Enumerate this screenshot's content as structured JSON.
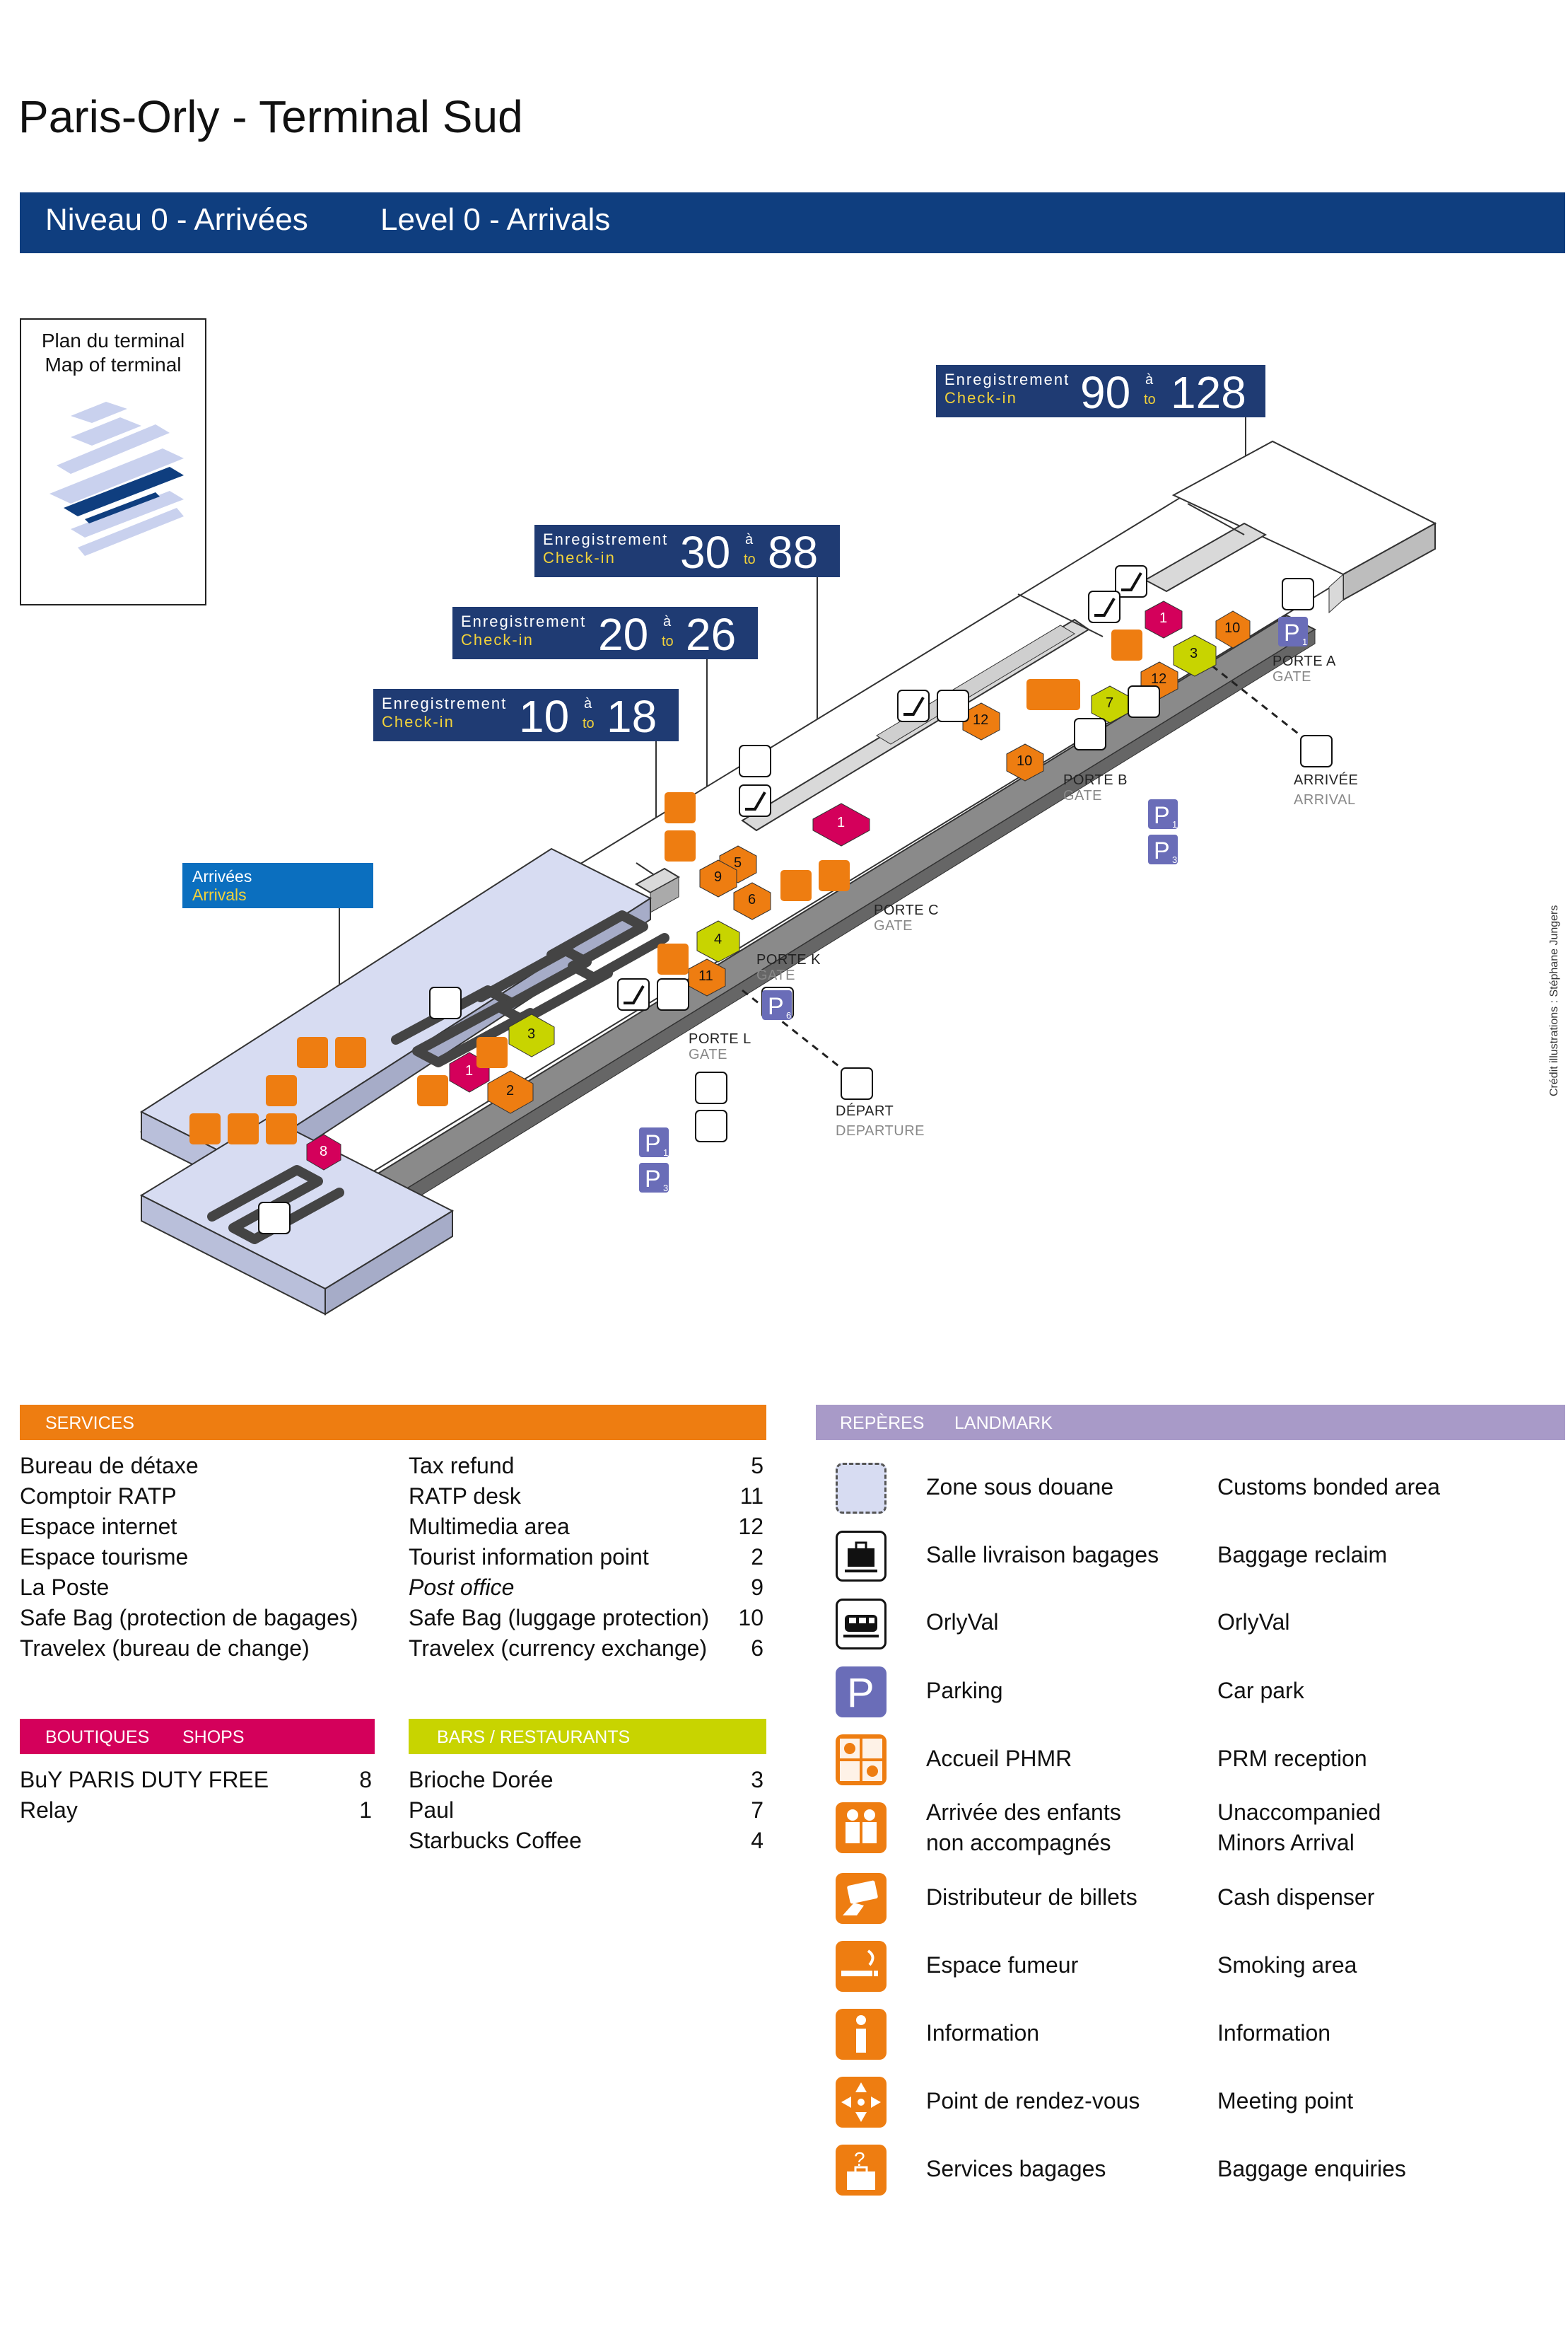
{
  "title": "Paris-Orly - Terminal Sud",
  "banner": {
    "fr": "Niveau 0 - Arrivées",
    "en": "Level 0 - Arrivals"
  },
  "minimap": {
    "line1": "Plan du terminal",
    "line2": "Map of terminal"
  },
  "checkins": [
    {
      "fr": "Enregistrement",
      "en": "Check-in",
      "from": "90",
      "to": "128",
      "a": "à",
      "b": "to"
    },
    {
      "fr": "Enregistrement",
      "en": "Check-in",
      "from": "30",
      "to": "88",
      "a": "à",
      "b": "to"
    },
    {
      "fr": "Enregistrement",
      "en": "Check-in",
      "from": "20",
      "to": "26",
      "a": "à",
      "b": "to"
    },
    {
      "fr": "Enregistrement",
      "en": "Check-in",
      "from": "10",
      "to": "18",
      "a": "à",
      "b": "to"
    }
  ],
  "arrivals_tag": {
    "fr": "Arrivées",
    "en": "Arrivals"
  },
  "map_labels": {
    "porte_a": "PORTE A",
    "gate_a": "GATE",
    "porte_b": "PORTE B",
    "gate_b": "GATE",
    "porte_c": "PORTE C",
    "gate_c": "GATE",
    "porte_k": "PORTE K",
    "gate_k": "GATE",
    "porte_l": "PORTE L",
    "gate_l": "GATE",
    "arrivee": "ARRIVÉE",
    "arrival": "ARRIVAL",
    "depart": "DÉPART",
    "departure": "DEPARTURE"
  },
  "credit": "Crédit illustrations : Stéphane Jungers",
  "services": {
    "header": "SERVICES",
    "items": [
      {
        "fr": "Bureau de détaxe",
        "en": "Tax refund",
        "num": "5"
      },
      {
        "fr": "Comptoir RATP",
        "en": "RATP desk",
        "num": "11"
      },
      {
        "fr": "Espace internet",
        "en": "Multimedia area",
        "num": "12"
      },
      {
        "fr": "Espace tourisme",
        "en": "Tourist information point",
        "num": "2"
      },
      {
        "fr": "La Poste",
        "en": "Post office",
        "num": "9"
      },
      {
        "fr": "Safe Bag (protection de bagages)",
        "en": "Safe Bag (luggage protection)",
        "num": "10"
      },
      {
        "fr": "Travelex (bureau de change)",
        "en": "Travelex (currency exchange)",
        "num": "6"
      }
    ]
  },
  "shops": {
    "header_fr": "BOUTIQUES",
    "header_en": "SHOPS",
    "items": [
      {
        "name": "BuY PARIS DUTY FREE",
        "num": "8"
      },
      {
        "name": "Relay",
        "num": "1"
      }
    ]
  },
  "bars": {
    "header": "BARS / RESTAURANTS",
    "items": [
      {
        "name": "Brioche Dorée",
        "num": "3"
      },
      {
        "name": "Paul",
        "num": "7"
      },
      {
        "name": "Starbucks Coffee",
        "num": "4"
      }
    ]
  },
  "landmarks": {
    "header_fr": "REPÈRES",
    "header_en": "LANDMARK",
    "items": [
      {
        "icon": "customs-zone-icon",
        "fr": "Zone sous douane",
        "en": "Customs bonded area"
      },
      {
        "icon": "baggage-reclaim-icon",
        "fr": "Salle livraison bagages",
        "en": "Baggage reclaim"
      },
      {
        "icon": "orlyval-icon",
        "fr": "OrlyVal",
        "en": "OrlyVal"
      },
      {
        "icon": "parking-icon",
        "fr": "Parking",
        "en": "Car park"
      },
      {
        "icon": "prm-icon",
        "fr": "Accueil PHMR",
        "en": "PRM reception"
      },
      {
        "icon": "minors-icon",
        "fr": "Arrivée des enfants",
        "fr2": "non accompagnés",
        "en": "Unaccompanied",
        "en2": "Minors Arrival"
      },
      {
        "icon": "cash-icon",
        "fr": "Distributeur de billets",
        "en": "Cash dispenser"
      },
      {
        "icon": "smoking-icon",
        "fr": "Espace fumeur",
        "en": "Smoking area"
      },
      {
        "icon": "info-icon",
        "fr": "Information",
        "en": "Information"
      },
      {
        "icon": "meeting-icon",
        "fr": "Point de rendez-vous",
        "en": "Meeting point"
      },
      {
        "icon": "baggage-enquiry-icon",
        "fr": "Services bagages",
        "en": "Baggage enquiries"
      }
    ]
  },
  "map_numbers": {
    "n_a10": "10",
    "n_a1": "1",
    "n_a3": "3",
    "n_a12": "12",
    "n_a7": "7",
    "n_a12b": "12",
    "n_b10": "10",
    "n_c1": "1",
    "n_c5": "5",
    "n_c9": "9",
    "n_c6": "6",
    "n_k4": "4",
    "n_k11": "11",
    "n_l3": "3",
    "n_l1": "1",
    "n_l2": "2",
    "n_l8": "8",
    "p1": "1",
    "p3": "3",
    "p6": "6"
  },
  "colors": {
    "navy": "#0f3e7f",
    "orange": "#ee7d11",
    "magenta": "#d4005b",
    "lime": "#c8d400",
    "lavender": "#a89ac8",
    "parking": "#6a6db8",
    "customs": "#d7dcf2"
  }
}
